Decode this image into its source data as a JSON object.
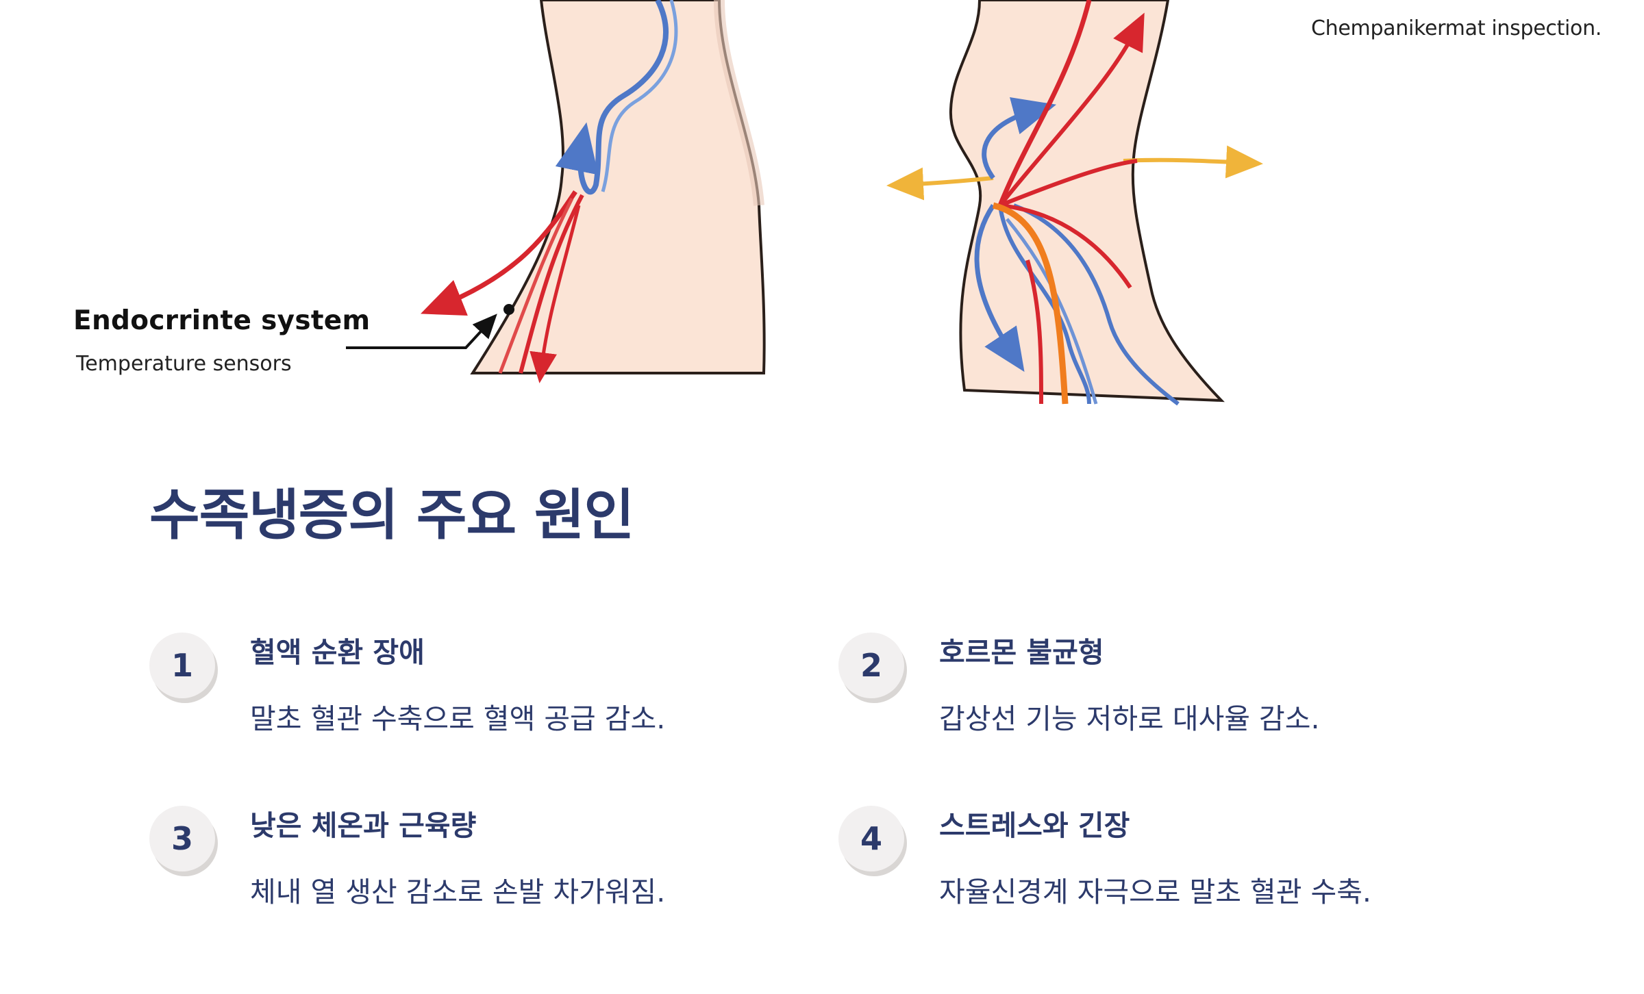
{
  "illustration": {
    "label_endocrine": "Endocrrinte system",
    "label_sensors": "Temperature sensors",
    "label_inspection": "Chempanikermat inspection."
  },
  "section": {
    "title": "수족냉증의 주요 원인"
  },
  "causes": [
    {
      "number": "1",
      "title": "혈액 순환 장애",
      "description": "말초 혈관 수축으로 혈액 공급 감소."
    },
    {
      "number": "2",
      "title": "호르몬 불균형",
      "description": "갑상선 기능 저하로 대사율 감소."
    },
    {
      "number": "3",
      "title": "낮은 체온과 근육량",
      "description": "체내 열 생산 감소로 손발 차가워짐."
    },
    {
      "number": "4",
      "title": "스트레스와 긴장",
      "description": "자율신경계 자극으로 말초 혈관 수축."
    }
  ]
}
